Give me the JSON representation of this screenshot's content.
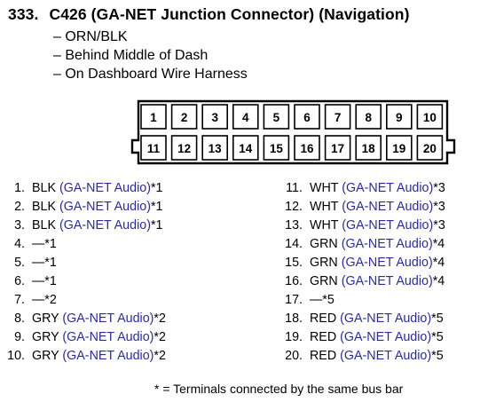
{
  "header": {
    "number": "333.",
    "title": "C426 (GA-NET Junction Connector) (Navigation)",
    "details": [
      "– ORN/BLK",
      "– Behind Middle of Dash",
      "– On Dashboard Wire Harness"
    ]
  },
  "connector": {
    "top_row": [
      "1",
      "2",
      "3",
      "4",
      "5",
      "6",
      "7",
      "8",
      "9",
      "10"
    ],
    "bottom_row": [
      "11",
      "12",
      "13",
      "14",
      "15",
      "16",
      "17",
      "18",
      "19",
      "20"
    ]
  },
  "pins_left": [
    {
      "n": "1.",
      "wire": "BLK ",
      "desc": "(GA-NET Audio)",
      "note": "*1"
    },
    {
      "n": "2.",
      "wire": "BLK ",
      "desc": "(GA-NET Audio)",
      "note": "*1"
    },
    {
      "n": "3.",
      "wire": "BLK ",
      "desc": "(GA-NET Audio)",
      "note": "*1"
    },
    {
      "n": "4.",
      "wire": "—",
      "desc": "",
      "note": "*1"
    },
    {
      "n": "5.",
      "wire": "—",
      "desc": "",
      "note": "*1"
    },
    {
      "n": "6.",
      "wire": "—",
      "desc": "",
      "note": "*1"
    },
    {
      "n": "7.",
      "wire": "—",
      "desc": "",
      "note": "*2"
    },
    {
      "n": "8.",
      "wire": "GRY ",
      "desc": "(GA-NET Audio)",
      "note": "*2"
    },
    {
      "n": "9.",
      "wire": "GRY ",
      "desc": "(GA-NET Audio)",
      "note": "*2"
    },
    {
      "n": "10.",
      "wire": "GRY ",
      "desc": "(GA-NET Audio)",
      "note": "*2"
    }
  ],
  "pins_right": [
    {
      "n": "11.",
      "wire": "WHT ",
      "desc": "(GA-NET Audio)",
      "note": "*3"
    },
    {
      "n": "12.",
      "wire": "WHT ",
      "desc": "(GA-NET Audio)",
      "note": "*3"
    },
    {
      "n": "13.",
      "wire": "WHT ",
      "desc": "(GA-NET Audio)",
      "note": "*3"
    },
    {
      "n": "14.",
      "wire": "GRN ",
      "desc": "(GA-NET Audio)",
      "note": "*4"
    },
    {
      "n": "15.",
      "wire": "GRN ",
      "desc": "(GA-NET Audio)",
      "note": "*4"
    },
    {
      "n": "16.",
      "wire": "GRN ",
      "desc": "(GA-NET Audio)",
      "note": "*4"
    },
    {
      "n": "17.",
      "wire": "—",
      "desc": "",
      "note": "*5"
    },
    {
      "n": "18.",
      "wire": "RED ",
      "desc": "(GA-NET Audio)",
      "note": "*5"
    },
    {
      "n": "19.",
      "wire": "RED ",
      "desc": "(GA-NET Audio)",
      "note": "*5"
    },
    {
      "n": "20.",
      "wire": "RED ",
      "desc": "(GA-NET Audio)",
      "note": "*5"
    }
  ],
  "footnote": "* = Terminals connected by the same bus bar",
  "colors": {
    "accent": "#2a2aa8",
    "text": "#000000"
  }
}
